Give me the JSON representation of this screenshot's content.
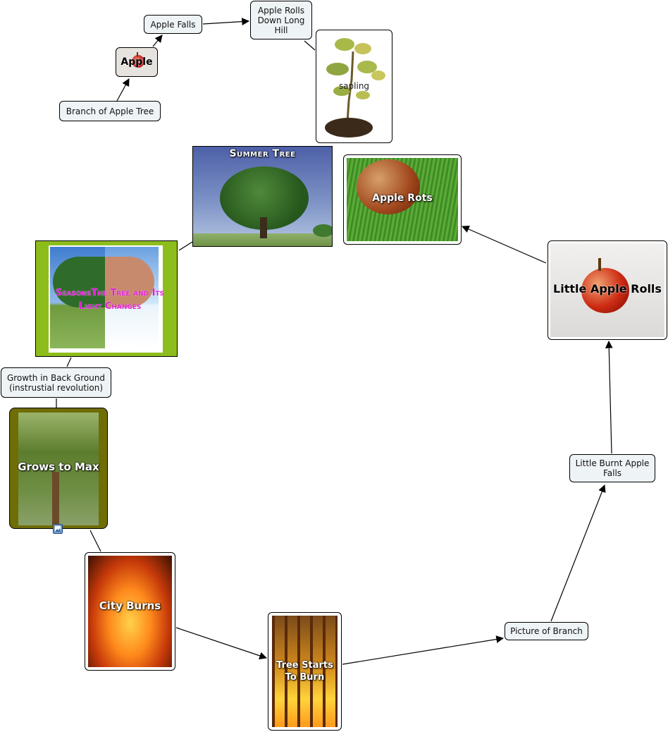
{
  "nodes": {
    "apple_falls": "Apple Falls",
    "apple_rolls_down": "Apple Rolls Down Long Hill",
    "apple": "Apple",
    "branch": "Branch of Apple Tree",
    "sapling": "sapling",
    "summer_tree": "Summer Tree",
    "apple_rots": "Apple Rots",
    "seasons": "SeasonsThe Tree and Its Light Changes",
    "little_apple_rolls": "Little Apple Rolls",
    "growth": "Growth in Back Ground (instrustial revolution)",
    "grows_to_max": "Grows to Max",
    "little_burnt_apple_falls": "Little Burnt Apple Falls",
    "city_burns": "City Burns",
    "tree_starts_to_burn": "Tree Starts To Burn",
    "picture_of_branch": "Picture of Branch"
  },
  "icons": {
    "resource": "image-resource-icon"
  },
  "colors": {
    "node_fill": "#eef3f6",
    "seasons_frame": "#8dbd1d",
    "grows_frame": "#6f6d05",
    "seasons_text": "#e020d8"
  }
}
